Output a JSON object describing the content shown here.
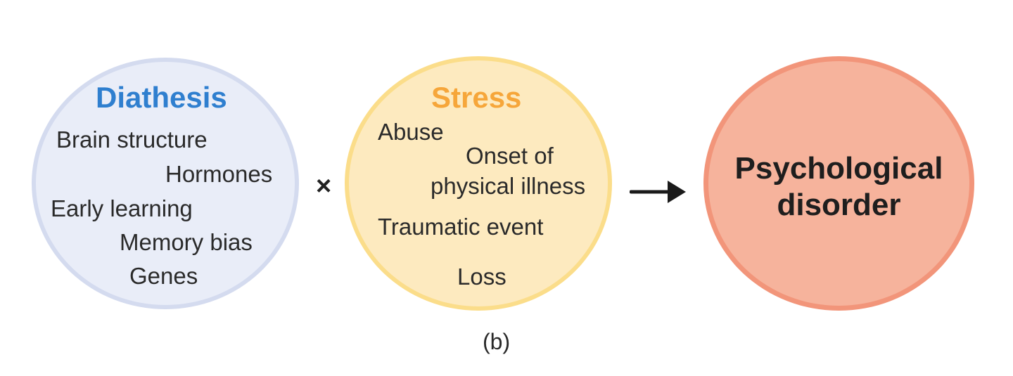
{
  "diathesis": {
    "title": "Diathesis",
    "items": [
      "Brain structure",
      "Hormones",
      "Early learning",
      "Memory bias",
      "Genes"
    ]
  },
  "operator": "×",
  "stress": {
    "title": "Stress",
    "items": [
      "Abuse",
      "Onset of",
      "physical illness",
      "Traumatic event",
      "Loss"
    ]
  },
  "outcome": {
    "line1": "Psychological",
    "line2": "disorder"
  },
  "panel_label": "(b)",
  "colors": {
    "diathesis_title": "#2f7fcf",
    "stress_title": "#f6a63a",
    "diathesis_fill": "#e9edf8",
    "stress_fill": "#fdeabf",
    "disorder_fill": "#f6b39c",
    "arrow": "#1a1a1a"
  },
  "icons": {
    "arrow": "right-arrow-icon"
  }
}
